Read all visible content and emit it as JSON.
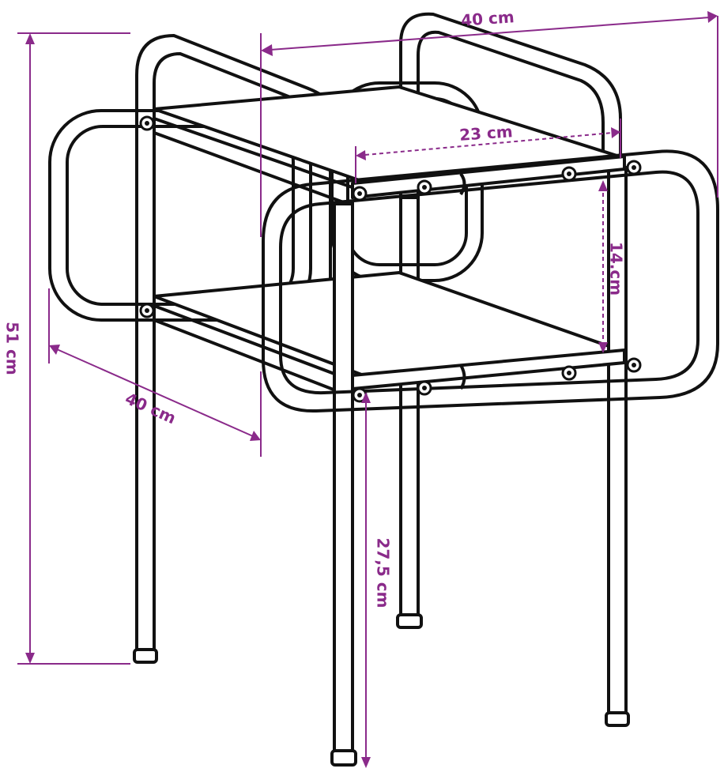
{
  "diagram": {
    "dimensions": {
      "width": "40 cm",
      "depth": "40 cm",
      "height": "51 cm",
      "shelf_depth": "23 cm",
      "shelf_spacing": "14.cm",
      "leg_height": "27,5 cm"
    }
  },
  "colors": {
    "dimension": "#8a2a8a",
    "outline": "#111111",
    "fill": "#ffffff"
  }
}
